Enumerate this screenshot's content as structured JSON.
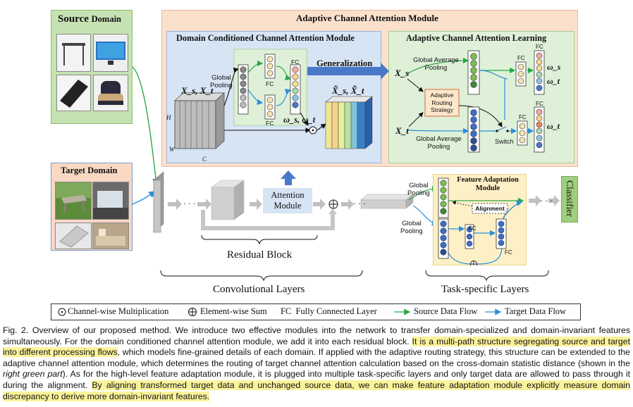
{
  "source_domain": {
    "title_big": "Source",
    "title_small": "Domain"
  },
  "target_domain": {
    "title": "Target Domain"
  },
  "acam": {
    "title": "Adaptive Channel Attention Module"
  },
  "dccam": {
    "title": "Domain Conditioned Channel Attention Module",
    "global_pooling": "Global\nPooling",
    "fc": "FC",
    "input_label": "X_s, X_t",
    "weights_label": "ω_s, ω_t",
    "output_label": "X̃_s, X̃_t",
    "dim_h": "H",
    "dim_w": "W",
    "dim_c": "C"
  },
  "generalization": "Generalization",
  "acal": {
    "title": "Adaptive Channel Attention Learning",
    "gap_top": "Global Average\nPooling",
    "gap_bottom": "Global Average\nPooling",
    "xs": "X_s",
    "xt": "X_t",
    "routing": "Adaptive\nRouting\nStrategy",
    "switch": "Switch",
    "fc": "FC",
    "omega_s": "ω_s",
    "omega_t": "ω_t"
  },
  "pipeline": {
    "attention_module": "Attention\nModule",
    "dots": "· · ·",
    "residual_block": "Residual Block",
    "conv_layers": "Convolutional Layers",
    "task_layers": "Task-specific Layers",
    "classifier": "Classifier",
    "global_pooling_top": "Global\nPooling",
    "global_pooling_bottom": "Global\nPooling"
  },
  "fam": {
    "title": "Feature Adaptation\nModule",
    "alignment": "Alignment",
    "fc": "FC"
  },
  "legend": {
    "channel_mult": "Channel-wise Multiplication",
    "element_sum": "Element-wise Sum",
    "fc": "FC  Fully Connected Layer",
    "source_flow": "Source Data Flow",
    "target_flow": "Target Data Flow"
  },
  "caption": {
    "part1": "Fig. 2. Overview of our proposed method. We introduce two effective modules into the network to transfer domain-specialized and domain-invariant features simultaneously. For the domain conditioned channel attention module, we add it into each residual block. ",
    "hl1": "It is a multi-path structure segregating source and target into different processing flows",
    "part2": ", which models fine-grained details of each domain. If applied with the adaptive routing strategy, this structure can be extended to the adaptive channel attention module, which determines the routing of target channel attention calculation based on the cross-domain statistic distance (shown in the ",
    "ital": "right green part",
    "part3": "). As for the high-level feature adaptation module, it is plugged into multiple task-specific layers and only target data are allowed to pass through it during the alignment. ",
    "hl2": "By aligning transformed target data and unchanged source data, we can make feature adaptation module explicitly measure domain discrepancy to derive more domain-invariant features."
  },
  "colors": {
    "source_green": "#2aa84a",
    "target_blue": "#2a8fd8",
    "acam_bg": "#fbe0cc",
    "dccam_bg": "#d6e4f4",
    "acal_bg": "#dff0d8",
    "fam_bg": "#fdf0c6",
    "gen_arrow": "#4a78c8"
  }
}
